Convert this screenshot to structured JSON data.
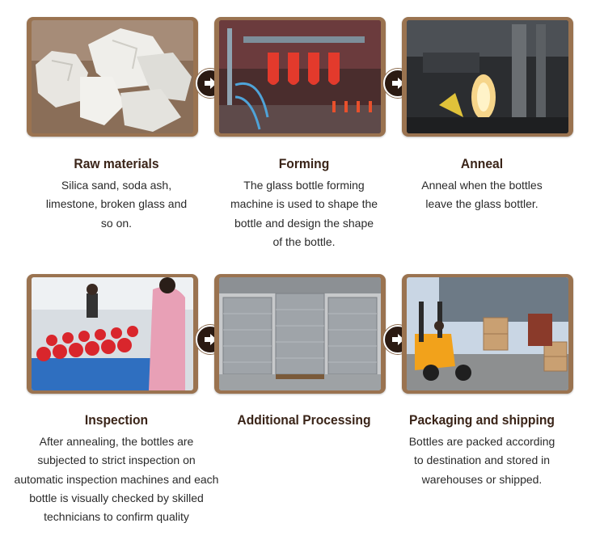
{
  "steps": [
    {
      "title": "Raw materials",
      "lines": [
        "Silica sand, soda ash,",
        "limestone, broken glass and",
        "so on."
      ]
    },
    {
      "title": "Forming",
      "lines": [
        "The glass bottle forming",
        "machine is used to shape the",
        "bottle and design the shape",
        "of the bottle."
      ]
    },
    {
      "title": "Anneal",
      "lines": [
        "Anneal when the bottles",
        "leave the glass bottler."
      ]
    },
    {
      "title": "Inspection",
      "lines": [
        "After annealing, the bottles are",
        "subjected to strict inspection on",
        "automatic inspection machines and each",
        "bottle is visually checked by skilled",
        "technicians to confirm quality"
      ]
    },
    {
      "title": "Additional Processing",
      "lines": []
    },
    {
      "title": "Packaging and shipping",
      "lines": [
        "Bottles are packed according",
        "to destination and stored in",
        "warehouses or shipped."
      ]
    }
  ],
  "colors": {
    "frame": "#9a7350",
    "arrow": "#2b1a12",
    "title": "#3a2418"
  }
}
